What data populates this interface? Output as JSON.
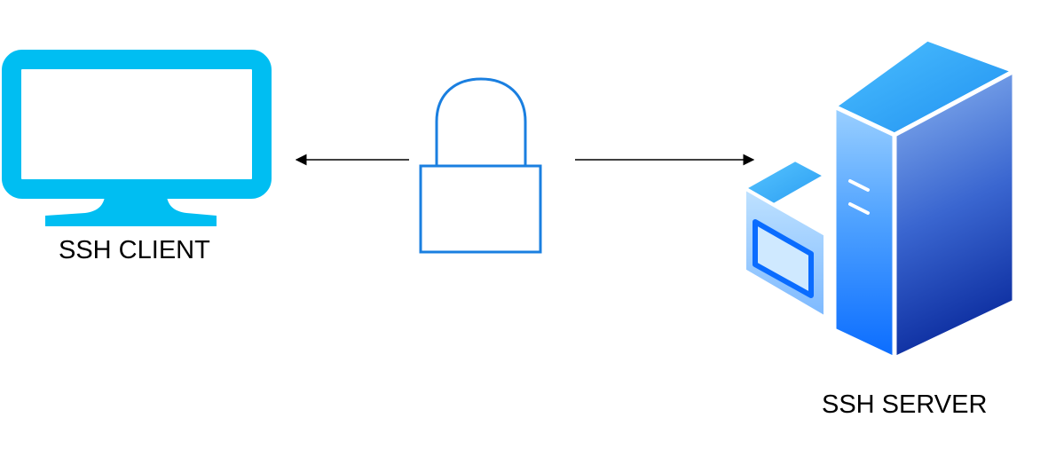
{
  "nodes": {
    "client": {
      "label": "SSH CLIENT",
      "icon": "monitor-icon",
      "color": "#00bef2"
    },
    "server": {
      "label": "SSH SERVER",
      "icon": "server-icon",
      "colors": {
        "top_face": "#29aaff",
        "front_light": "#a8d8ff",
        "side_dark": "#0d2ea0",
        "side_light": "#8ab4f0",
        "base_bright": "#0a6cff"
      }
    }
  },
  "center": {
    "icon": "lock-icon",
    "color": "#1a7fe0"
  },
  "connectors": {
    "left_arrow": "points-to-client",
    "right_arrow": "points-to-server",
    "color": "#000000"
  }
}
